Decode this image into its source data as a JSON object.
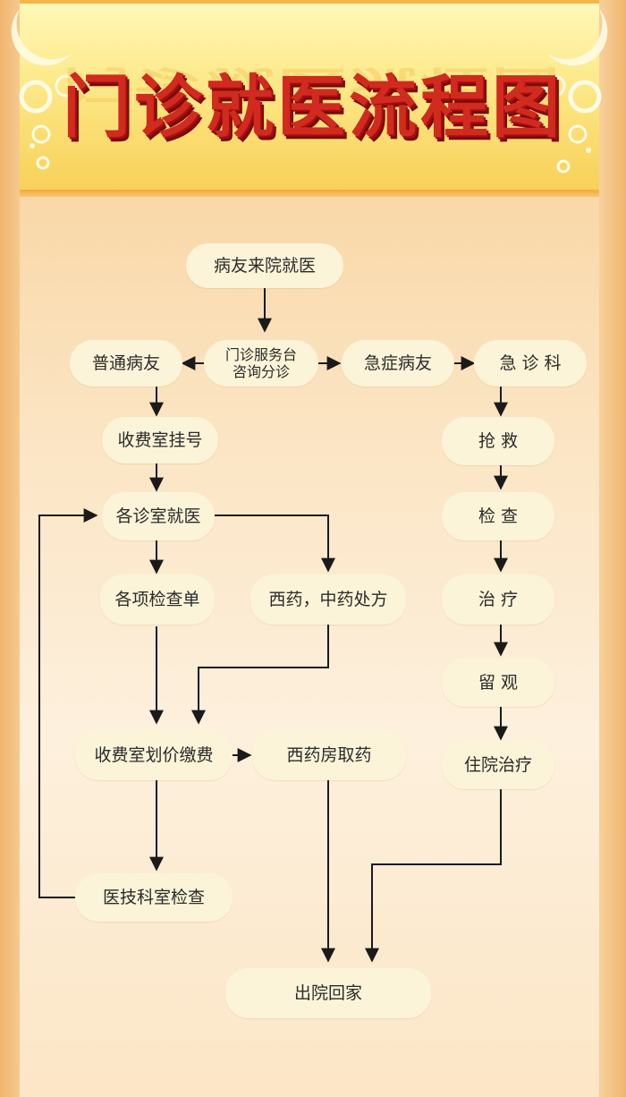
{
  "header": {
    "title": "门诊就医流程图",
    "colors": {
      "title": "#d12a1e",
      "banner": "#fde98a",
      "node": "#fcf4d8",
      "arrow": "#1a1a1a"
    }
  },
  "flow": {
    "start": "病友来院就医",
    "desk": "门诊服务台\n咨询分诊",
    "general": "普通病友",
    "emergency_patient": "急症病友",
    "emergency_dept": "急 诊 科",
    "register": "收费室挂号",
    "clinic": "各诊室就医",
    "tests": "各项检查单",
    "prescription": "西药，中药处方",
    "pay": "收费室划价缴费",
    "pharmacy": "西药房取药",
    "tech_exam": "医技科室检查",
    "discharge": "出院回家",
    "rescue": "抢 救",
    "check": "检 查",
    "treat": "治 疗",
    "observe": "留 观",
    "hospitalize": "住院治疗"
  }
}
